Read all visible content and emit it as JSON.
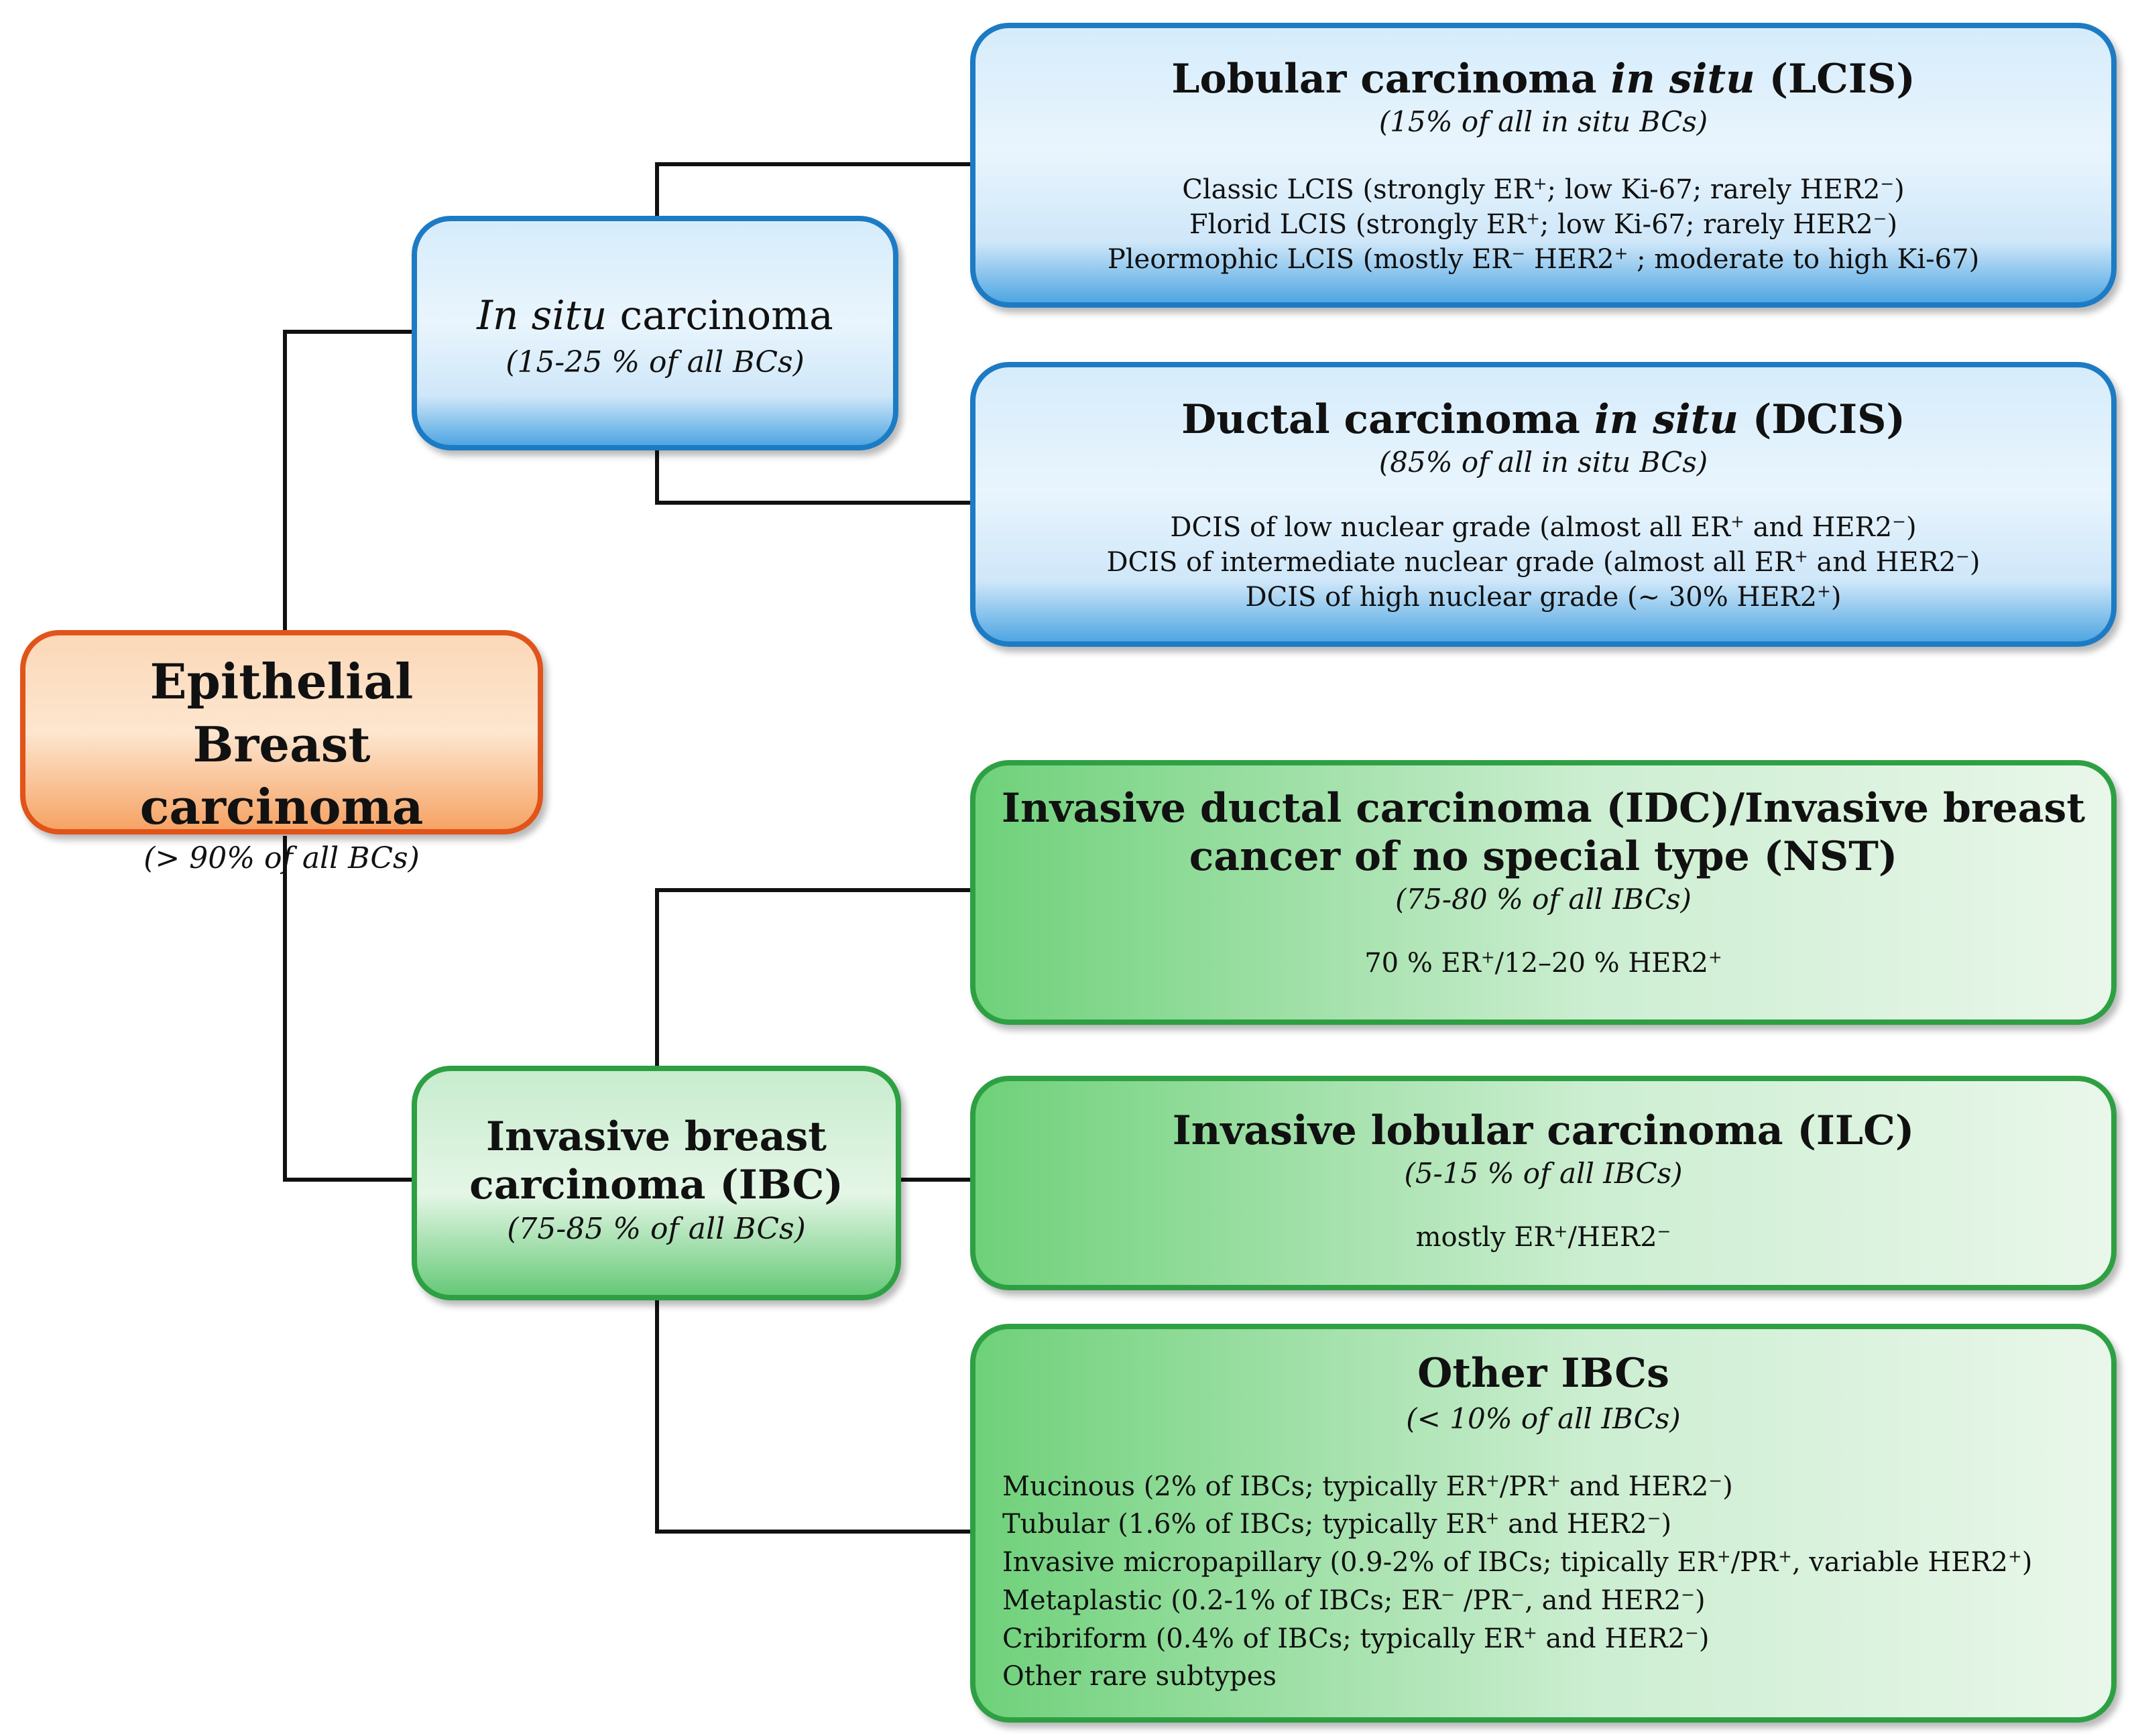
{
  "root": {
    "title": "Epithelial Breast carcinoma",
    "subtitle": "(> 90% of all BCs)"
  },
  "in_situ": {
    "title_em": "In situ",
    "title_rest": "carcinoma",
    "subtitle": "(15-25 % of all BCs)"
  },
  "lcis": {
    "title_a": "Lobular carcinoma",
    "title_em": "in situ",
    "title_b": "(LCIS)",
    "subtitle": "(15% of all in situ BCs)",
    "lines": [
      "Classic LCIS (strongly ER<sup>+</sup>; low Ki-67; rarely HER2<sup>−</sup>)",
      "Florid LCIS (strongly ER<sup>+</sup>; low Ki-67; rarely HER2<sup>−</sup>)",
      "Pleormophic LCIS (mostly ER<sup>−</sup> HER2<sup>+</sup> ; moderate to high Ki-67)"
    ]
  },
  "dcis": {
    "title_a": "Ductal carcinoma",
    "title_em": "in situ",
    "title_b": "(DCIS)",
    "subtitle": "(85% of all in situ BCs)",
    "lines": [
      "DCIS of low nuclear grade (almost all ER<sup>+</sup> and HER2<sup>−</sup>)",
      "DCIS of intermediate nuclear grade (almost all ER<sup>+</sup> and HER2<sup>−</sup>)",
      "DCIS of high nuclear grade (~ 30% HER2<sup>+</sup>)"
    ]
  },
  "ibc": {
    "title_l1": "Invasive breast",
    "title_l2": "carcinoma (IBC)",
    "subtitle": "(75-85 % of all BCs)"
  },
  "idc": {
    "title_l1": "Invasive ductal carcinoma (IDC)/Invasive breast",
    "title_l2": "cancer of no special type (NST)",
    "subtitle": "(75-80 % of all IBCs)",
    "lines": [
      "70 % ER<sup>+</sup>/12–20 % HER2<sup>+</sup>"
    ]
  },
  "ilc": {
    "title": "Invasive lobular carcinoma (ILC)",
    "subtitle": "(5-15 % of all IBCs)",
    "lines": [
      "mostly ER<sup>+</sup>/HER2<sup>−</sup>"
    ]
  },
  "other": {
    "title": "Other IBCs",
    "subtitle": "(< 10% of all IBCs)",
    "lines": [
      "Mucinous (2% of IBCs; typically ER<sup>+</sup>/PR<sup>+</sup> and HER2<sup>−</sup>)",
      "Tubular (1.6% of IBCs; typically ER<sup>+</sup> and HER2<sup>−</sup>)",
      "Invasive micropapillary  (0.9-2% of IBCs; tipically ER<sup>+</sup>/PR<sup>+</sup>, variable HER2<sup>+</sup>)",
      "Metaplastic (0.2-1% of IBCs; ER<sup>−</sup> /PR<sup>−</sup>, and HER2<sup>−</sup>)",
      "Cribriform  (0.4% of IBCs; typically ER<sup>+</sup> and HER2<sup>−</sup>)",
      "Other rare subtypes"
    ]
  }
}
